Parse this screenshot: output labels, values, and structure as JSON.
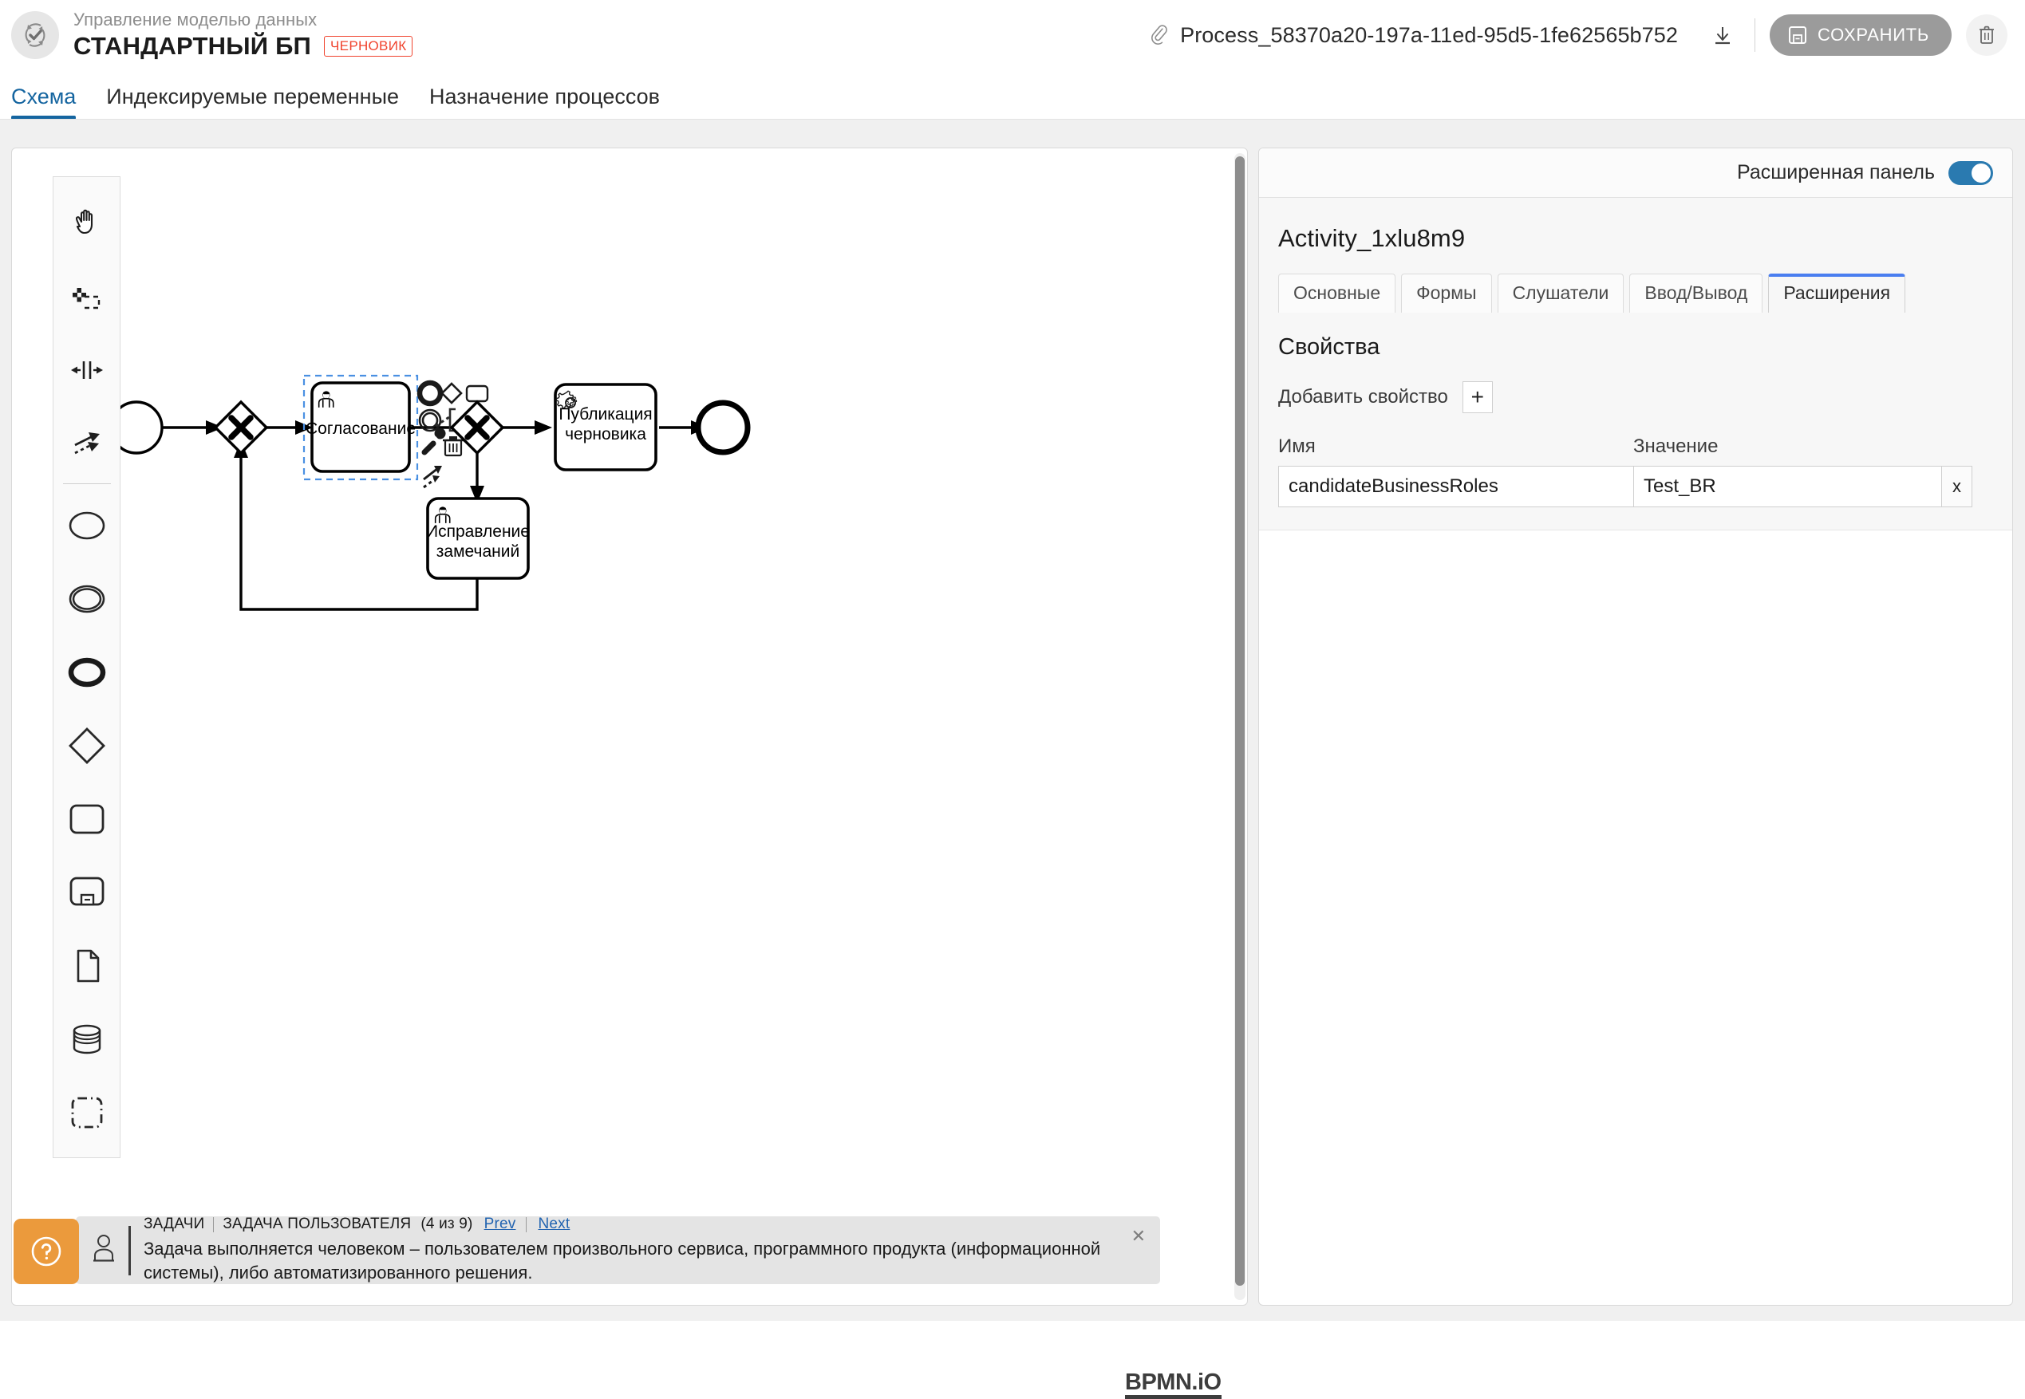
{
  "header": {
    "logo_icon": "process-refresh-check-icon",
    "breadcrumb": "Управление моделью данных",
    "title": "СТАНДАРТНЫЙ БП",
    "status_badge": "ЧЕРНОВИК",
    "attachment_icon": "paperclip-icon",
    "file_name": "Process_58370a20-197a-11ed-95d5-1fe62565b752",
    "download_icon": "download-icon",
    "save_icon": "save-disk-icon",
    "save_label": "СОХРАНИТЬ",
    "delete_icon": "trash-icon",
    "accent_color": "#1565a0",
    "badge_color": "#f0432d",
    "save_btn_color": "#9b9b9b"
  },
  "tabs": [
    {
      "label": "Схема",
      "active": true
    },
    {
      "label": "Индексируемые переменные",
      "active": false
    },
    {
      "label": "Назначение процессов",
      "active": false
    }
  ],
  "palette": {
    "items": [
      {
        "icon": "hand-tool-icon",
        "name": "hand-tool"
      },
      {
        "icon": "lasso-tool-icon",
        "name": "lasso-tool"
      },
      {
        "icon": "space-tool-icon",
        "name": "space-tool"
      },
      {
        "icon": "connect-tool-icon",
        "name": "global-connect-tool"
      },
      {
        "icon": "start-event-icon",
        "name": "create-start-event"
      },
      {
        "icon": "intermediate-event-icon",
        "name": "create-intermediate-event"
      },
      {
        "icon": "end-event-icon",
        "name": "create-end-event"
      },
      {
        "icon": "gateway-icon",
        "name": "create-gateway"
      },
      {
        "icon": "task-icon",
        "name": "create-task"
      },
      {
        "icon": "subprocess-icon",
        "name": "create-subprocess-expanded"
      },
      {
        "icon": "data-object-icon",
        "name": "create-data-object"
      },
      {
        "icon": "data-store-icon",
        "name": "create-data-store"
      },
      {
        "icon": "group-icon",
        "name": "create-group"
      }
    ]
  },
  "diagram": {
    "start_event": {
      "label": ""
    },
    "gateway_1": {
      "label": "X"
    },
    "task_approval": {
      "label": "Согласование",
      "marker": "user-task-icon",
      "selected": true
    },
    "gateway_2": {
      "label": "X"
    },
    "task_fix": {
      "label": "Исправление замечаний",
      "marker": "user-task-icon"
    },
    "task_publish": {
      "label": "Публикация черновика",
      "marker": "service-task-icon"
    },
    "end_event": {
      "label": ""
    }
  },
  "context_pad": {
    "items": [
      "append-end-event-icon",
      "append-gateway-icon",
      "append-task-icon",
      "append-intermediate-event-icon",
      "append-text-annotation-icon",
      "wrench-icon",
      "trash-icon",
      "connect-icon"
    ]
  },
  "canvas": {
    "help_icon": "question-mark-icon",
    "help_color": "#eb9a3c",
    "watermark": "BPMN.iO"
  },
  "info_box": {
    "user_icon": "user-icon",
    "group_label": "ЗАДАЧИ",
    "type_label": "ЗАДАЧА ПОЛЬЗОВАТЕЛЯ",
    "counter": "(4 из 9)",
    "prev_label": "Prev",
    "next_label": "Next",
    "description": "Задача выполняется человеком – пользователем произвольного сервиса, программного продукта (информационной системы), либо автоматизированного решения.",
    "close_icon": "close-icon",
    "link_color": "#2163b0"
  },
  "properties_panel": {
    "extended_toggle_label": "Расширенная панель",
    "extended_toggle_on": true,
    "toggle_color": "#2a7ab0",
    "entity_name": "Activity_1xlu8m9",
    "tabs": [
      {
        "label": "Основные",
        "active": false
      },
      {
        "label": "Формы",
        "active": false
      },
      {
        "label": "Слушатели",
        "active": false
      },
      {
        "label": "Ввод/Вывод",
        "active": false
      },
      {
        "label": "Расширения",
        "active": true
      }
    ],
    "active_tab_color": "#4a7ef0",
    "section_title": "Свойства",
    "add_property_label": "Добавить свойство",
    "add_button_label": "+",
    "columns": {
      "name": "Имя",
      "value": "Значение"
    },
    "rows": [
      {
        "name": "candidateBusinessRoles",
        "value": "Test_BR",
        "delete_label": "x"
      }
    ]
  }
}
